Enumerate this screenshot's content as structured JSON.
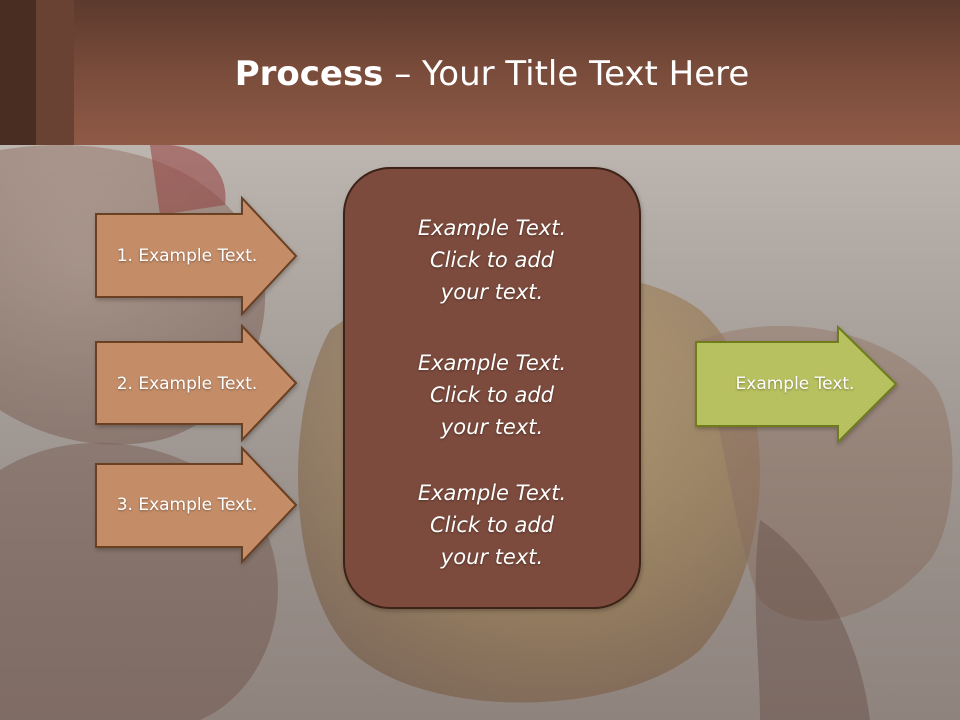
{
  "title": {
    "bold": "Process",
    "rest": " – Your Title Text Here"
  },
  "left_arrows": [
    {
      "label": "1. Example Text."
    },
    {
      "label": "2. Example Text."
    },
    {
      "label": "3. Example Text."
    }
  ],
  "center_box": {
    "paragraphs": [
      "Example Text.\nClick  to add\nyour text.",
      "Example Text.\nClick  to add\nyour text.",
      "Example Text.\nClick  to add\nyour text."
    ]
  },
  "right_arrow": {
    "label": "Example Text."
  },
  "colors": {
    "header": "#7a4c3b",
    "left_arrow_fill": "#c48d68",
    "left_arrow_stroke": "#6b3f20",
    "center_box_fill": "#7b4b3c",
    "right_arrow_fill": "#b8c161",
    "right_arrow_stroke": "#6f7c1e"
  }
}
